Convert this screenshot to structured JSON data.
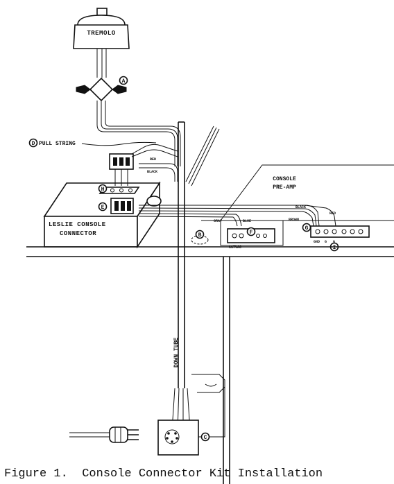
{
  "labels": {
    "tremolo": "TREMOLO",
    "pull_string": "PULL STRING",
    "red_top": "RED",
    "black_top": "BLACK",
    "console_preamp_line1": "CONSOLE",
    "console_preamp_line2": "PRE-AMP",
    "black_right": "BLACK",
    "red_right": "RED",
    "brown": "BROWN",
    "gray": "GRAY",
    "blue": "BLUE",
    "vac": "117VAC",
    "leslie_line1": "LESLIE CONSOLE",
    "leslie_line2": "CONNECTOR",
    "down_tube": "DOWN TUBE",
    "terminal_labels": [
      "GND",
      "G",
      "G"
    ]
  },
  "callouts": {
    "a": "A",
    "b": "B",
    "c": "C",
    "d": "D",
    "e": "E",
    "f": "F",
    "g": "G",
    "h": "H",
    "i": "I"
  },
  "caption": "Figure 1.  Console Connector Kit Installation"
}
